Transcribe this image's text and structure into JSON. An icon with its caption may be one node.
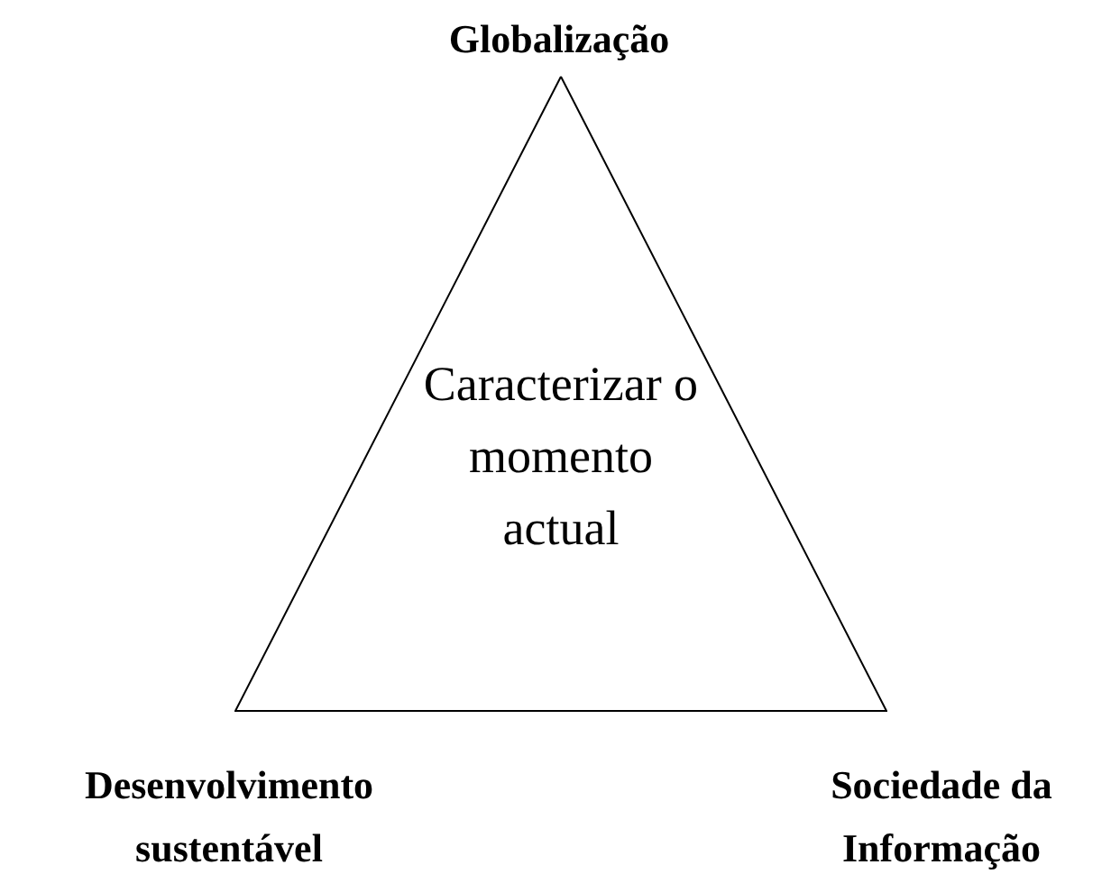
{
  "diagram": {
    "nodes": [
      {
        "text": [
          "Caracterizar o momento actual"
        ]
      }
    ],
    "labels": [
      "Globalização",
      "Desenvolvimento sustentável",
      "Sociedade da Informação"
    ]
  }
}
